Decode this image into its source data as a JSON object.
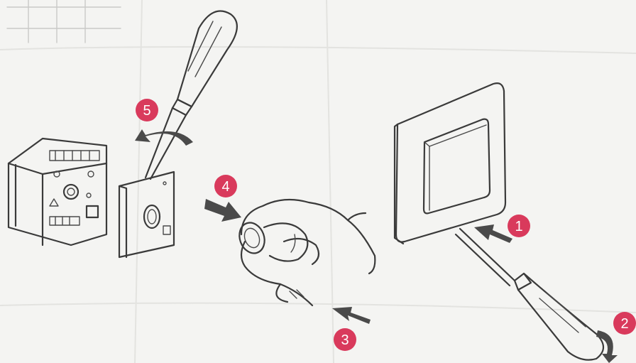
{
  "colors": {
    "paper": "#f4f4f2",
    "badge": "#d93a5c",
    "ink": "#3a3a3a",
    "plate_fill": "#cfcfcf",
    "arrow_fill": "#4a4a4a"
  },
  "steps": [
    {
      "number": "1"
    },
    {
      "number": "2"
    },
    {
      "number": "3"
    },
    {
      "number": "4"
    },
    {
      "number": "5"
    }
  ]
}
